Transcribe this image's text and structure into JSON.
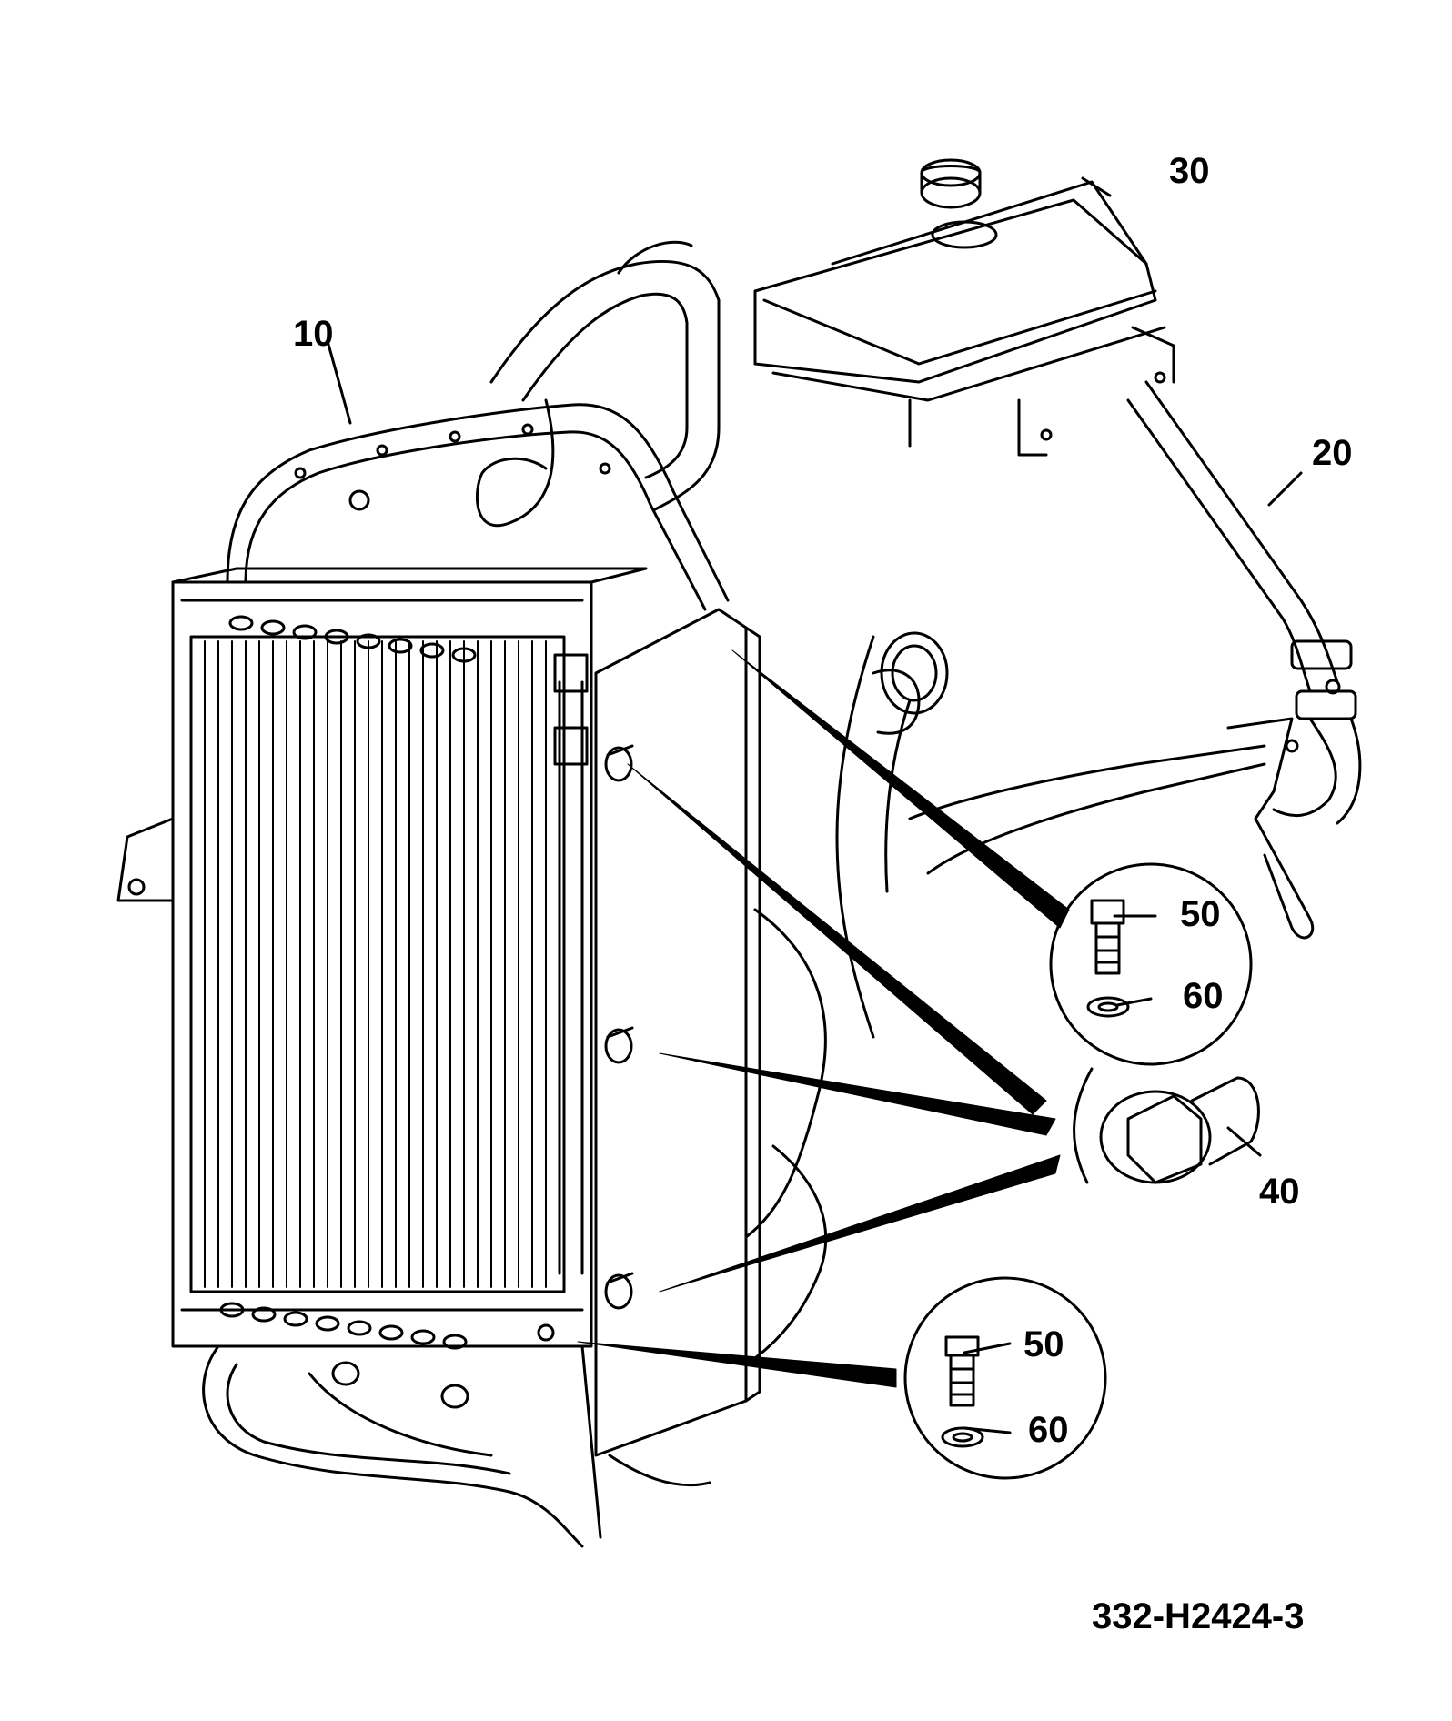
{
  "diagram": {
    "callouts": {
      "radiator": "10",
      "expansion_pipe": "20",
      "expansion_tank": "30",
      "mount_pin": "40",
      "bolt_upper": "50",
      "washer_upper": "60",
      "bolt_lower": "50",
      "washer_lower": "60"
    },
    "drawing_number": "332-H2424-3"
  },
  "colors": {
    "line": "#000000",
    "background": "#ffffff"
  }
}
